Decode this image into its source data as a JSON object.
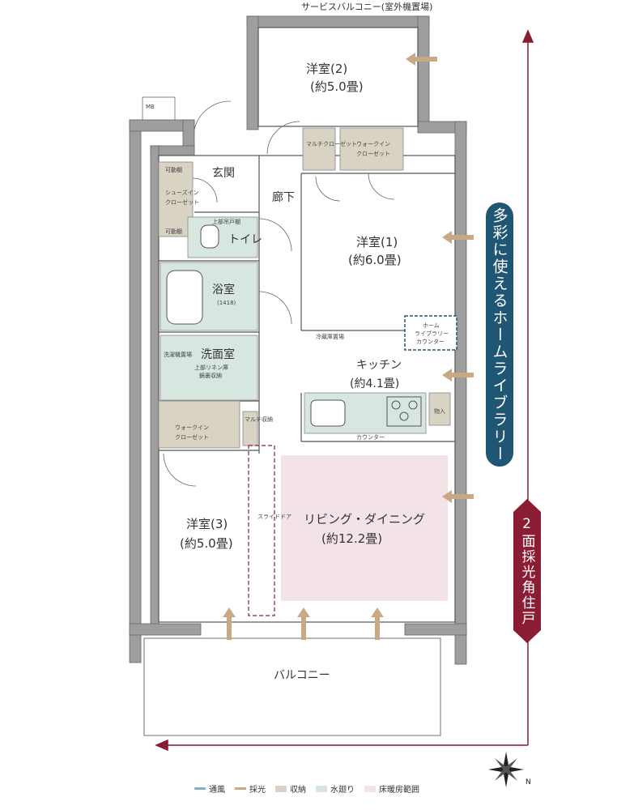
{
  "rooms": {
    "western2_name": "洋室(2)",
    "western2_size": "(約5.0畳)",
    "western1_name": "洋室(1)",
    "western1_size": "(約6.0畳)",
    "western3_name": "洋室(3)",
    "western3_size": "(約5.0畳)",
    "kitchen_name": "キッチン",
    "kitchen_size": "(約4.1畳)",
    "living_name": "リビング・ダイニング",
    "living_size": "(約12.2畳)",
    "entrance": "玄関",
    "corridor": "廊下",
    "bath": "浴室",
    "bath_size": "(1418)",
    "washroom": "洗面室",
    "toilet": "トイレ",
    "balcony": "バルコニー",
    "service_balcony": "サービスバルコニー(室外機置場)"
  },
  "labels": {
    "mb": "MB",
    "multi_closet": "マルチクローゼット",
    "walkin1": "ウォークイン",
    "walkin2": "クローゼット",
    "shoes1": "シューズイン",
    "shoes2": "クローゼット",
    "movable_shelf": "可動棚",
    "upper_cabinet": "上部吊戸棚",
    "fridge": "冷蔵庫置場",
    "home_library1": "ホーム",
    "home_library2": "ライブラリー",
    "home_library3": "カウンター",
    "counter": "カウンター",
    "storage": "物入",
    "washing": "洗濯機置場",
    "linen1": "上部リネン庫",
    "linen2": "鏡裏収納",
    "multi_storage": "マルチ収納",
    "slide_door": "スライドドア"
  },
  "badges": {
    "library": "多彩に使えるホームライブラリー",
    "corner": "2面採光角住戸"
  },
  "legend": {
    "ventilation": "通風",
    "light": "採光",
    "storage": "収納",
    "water": "水廻り",
    "floor_heating": "床暖房範囲"
  },
  "colors": {
    "storage": "#d9d3c4",
    "water": "#d8e6e0",
    "floor_heating": "#f3e3e6",
    "badge_blue": "#1f5673",
    "badge_red": "#8a1c33"
  }
}
